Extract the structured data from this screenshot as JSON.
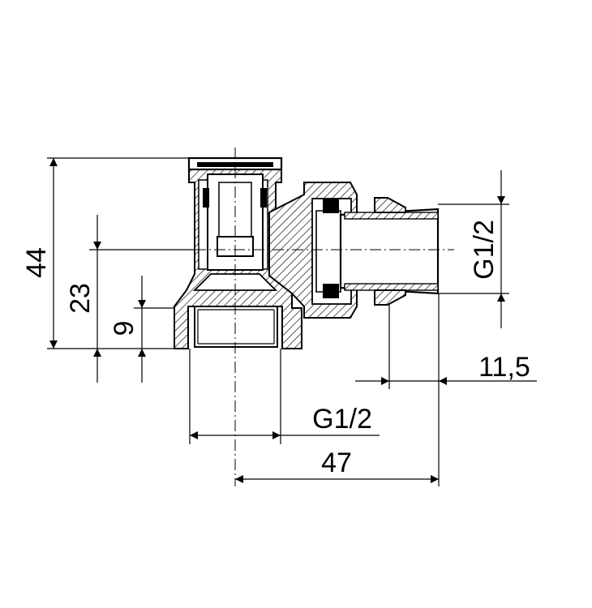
{
  "dimensions": {
    "height_total": "44",
    "height_mid": "23",
    "height_small": "9",
    "thread_side": "G1/2",
    "thread_bottom": "G1/2",
    "length": "47",
    "offset": "11,5"
  }
}
